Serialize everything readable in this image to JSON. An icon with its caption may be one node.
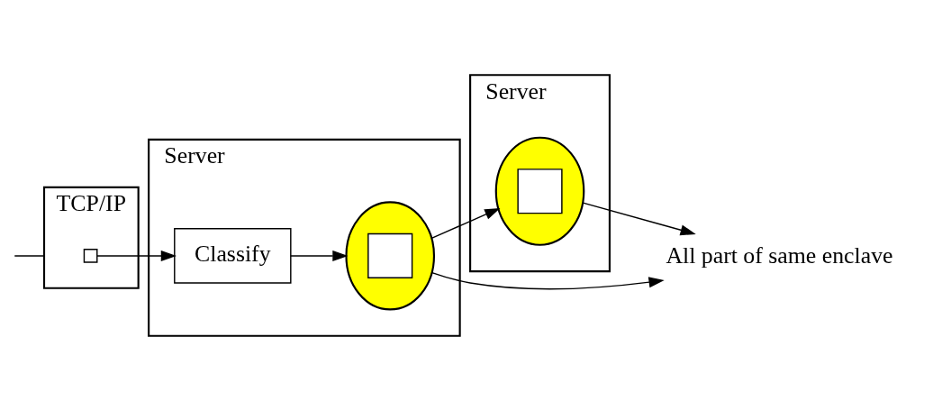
{
  "diagram": {
    "nodes": [
      {
        "text": [
          "TCP/IP"
        ]
      },
      {
        "text": [],
        "shape": "box",
        "in": 0
      },
      {
        "text": [
          "Server"
        ]
      },
      {
        "text": [
          "Classify"
        ],
        "in": 2
      },
      {
        "text": [],
        "shape": "circle",
        "in": 2
      },
      {
        "text": [
          "Server"
        ]
      },
      {
        "text": [],
        "shape": "circle",
        "in": 5
      },
      {
        "text": [
          "All part of same enclave"
        ]
      }
    ],
    "edges": [
      {
        "from": null,
        "to": 0,
        "arrow": "none"
      },
      {
        "from": 1,
        "to": 3,
        "arrow": "to"
      },
      {
        "from": 3,
        "to": 4,
        "arrow": "to"
      },
      {
        "from": 4,
        "to": 6,
        "arrow": "to"
      },
      {
        "from": 4,
        "to": 7,
        "arrow": "to"
      },
      {
        "from": 6,
        "to": 7,
        "arrow": "to"
      }
    ]
  }
}
